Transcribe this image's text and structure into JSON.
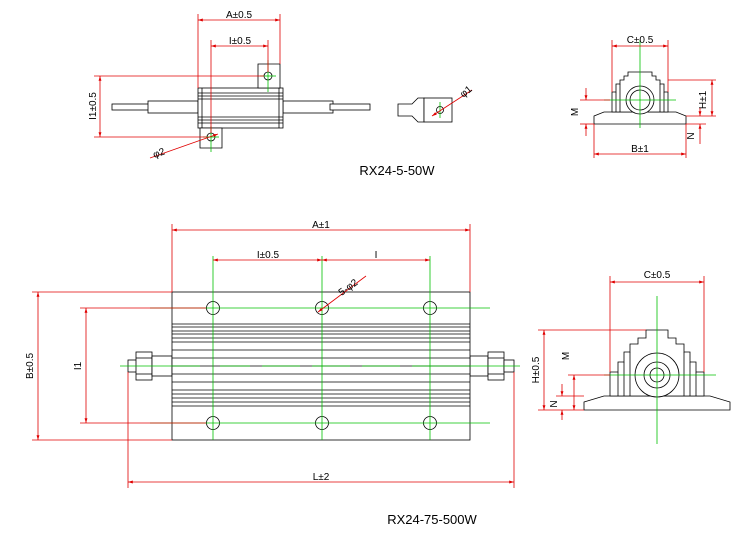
{
  "top_drawing": {
    "title": "RX24-5-50W",
    "labels": {
      "a": "A±0.5",
      "i": "I±0.5",
      "i1": "I1±0.5",
      "phi2": "φ2",
      "phi1": "φ1",
      "c": "C±0.5",
      "m": "M",
      "h": "H±1",
      "n": "N",
      "b": "B±1"
    }
  },
  "bottom_drawing": {
    "title": "RX24-75-500W",
    "labels": {
      "a": "A±1",
      "i": "I±0.5",
      "i_plain": "I",
      "phi": "5-φ2",
      "b": "B±0.5",
      "i1": "I1",
      "l": "L±2",
      "c": "C±0.5",
      "m": "M",
      "h": "H±0.5",
      "n": "N"
    }
  },
  "colors": {
    "dimension": "#e00000",
    "centerline": "#00c000",
    "outline": "#000000"
  }
}
